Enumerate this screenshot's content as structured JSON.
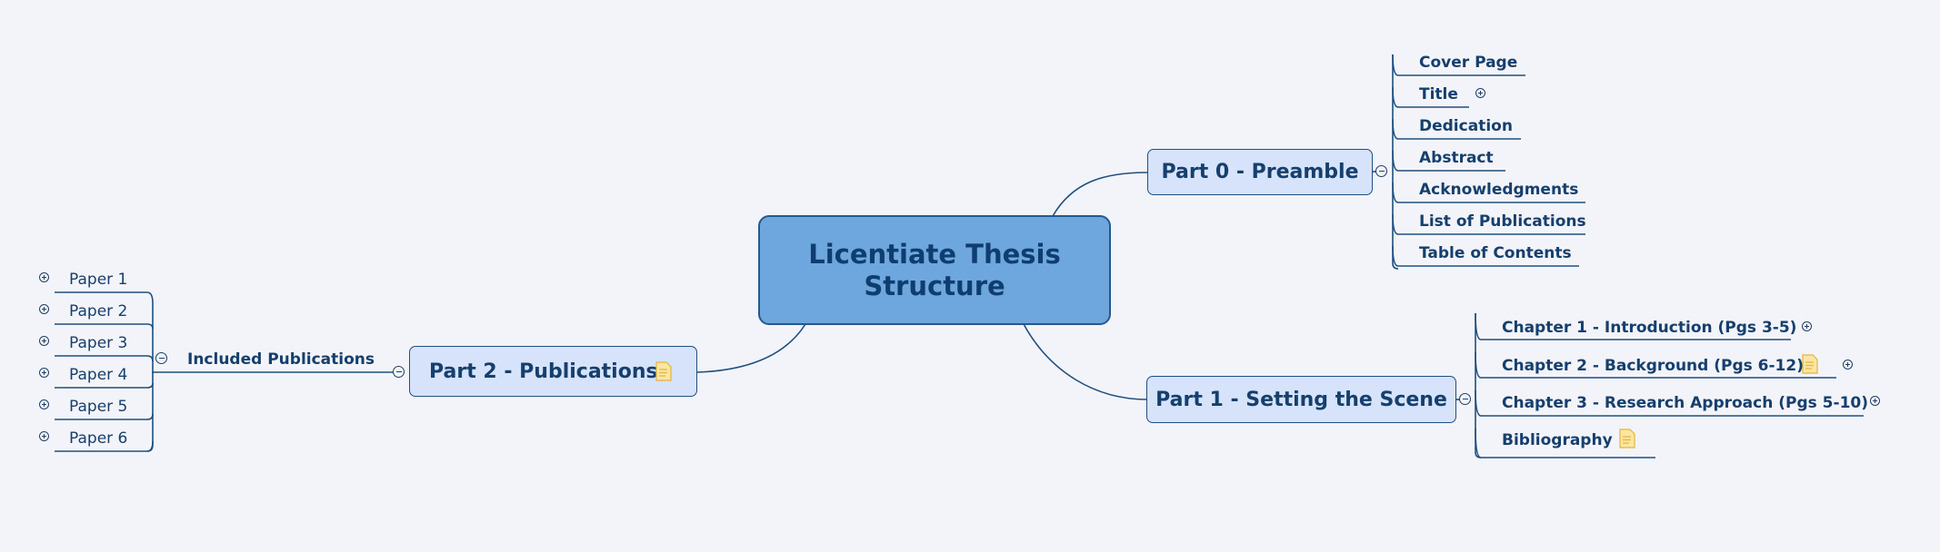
{
  "central": {
    "line1": "Licentiate Thesis",
    "line2": "Structure"
  },
  "part0": {
    "label": "Part 0 - Preamble",
    "children": [
      "Cover Page",
      "Title",
      "Dedication",
      "Abstract",
      "Acknowledgments",
      "List of Publications",
      "Table of Contents"
    ]
  },
  "part1": {
    "label": "Part 1 - Setting the Scene",
    "children": [
      "Chapter 1 - Introduction (Pgs 3-5)",
      "Chapter 2 - Background (Pgs 6-12)",
      "Chapter 3 - Research Approach (Pgs 5-10)",
      "Bibliography"
    ]
  },
  "part2": {
    "label": "Part 2 - Publications",
    "group": "Included Publications",
    "papers": [
      "Paper 1",
      "Paper 2",
      "Paper 3",
      "Paper 4",
      "Paper 5",
      "Paper 6"
    ]
  },
  "icons": {
    "note": "note-icon",
    "expand": "plus-circle-icon",
    "collapse": "minus-circle-icon"
  },
  "colors": {
    "central_fill": "#6ea7dd",
    "topic_fill": "#d6e3fb",
    "line": "#1f4f80",
    "text": "#163f6d",
    "background": "#f3f4f9"
  }
}
